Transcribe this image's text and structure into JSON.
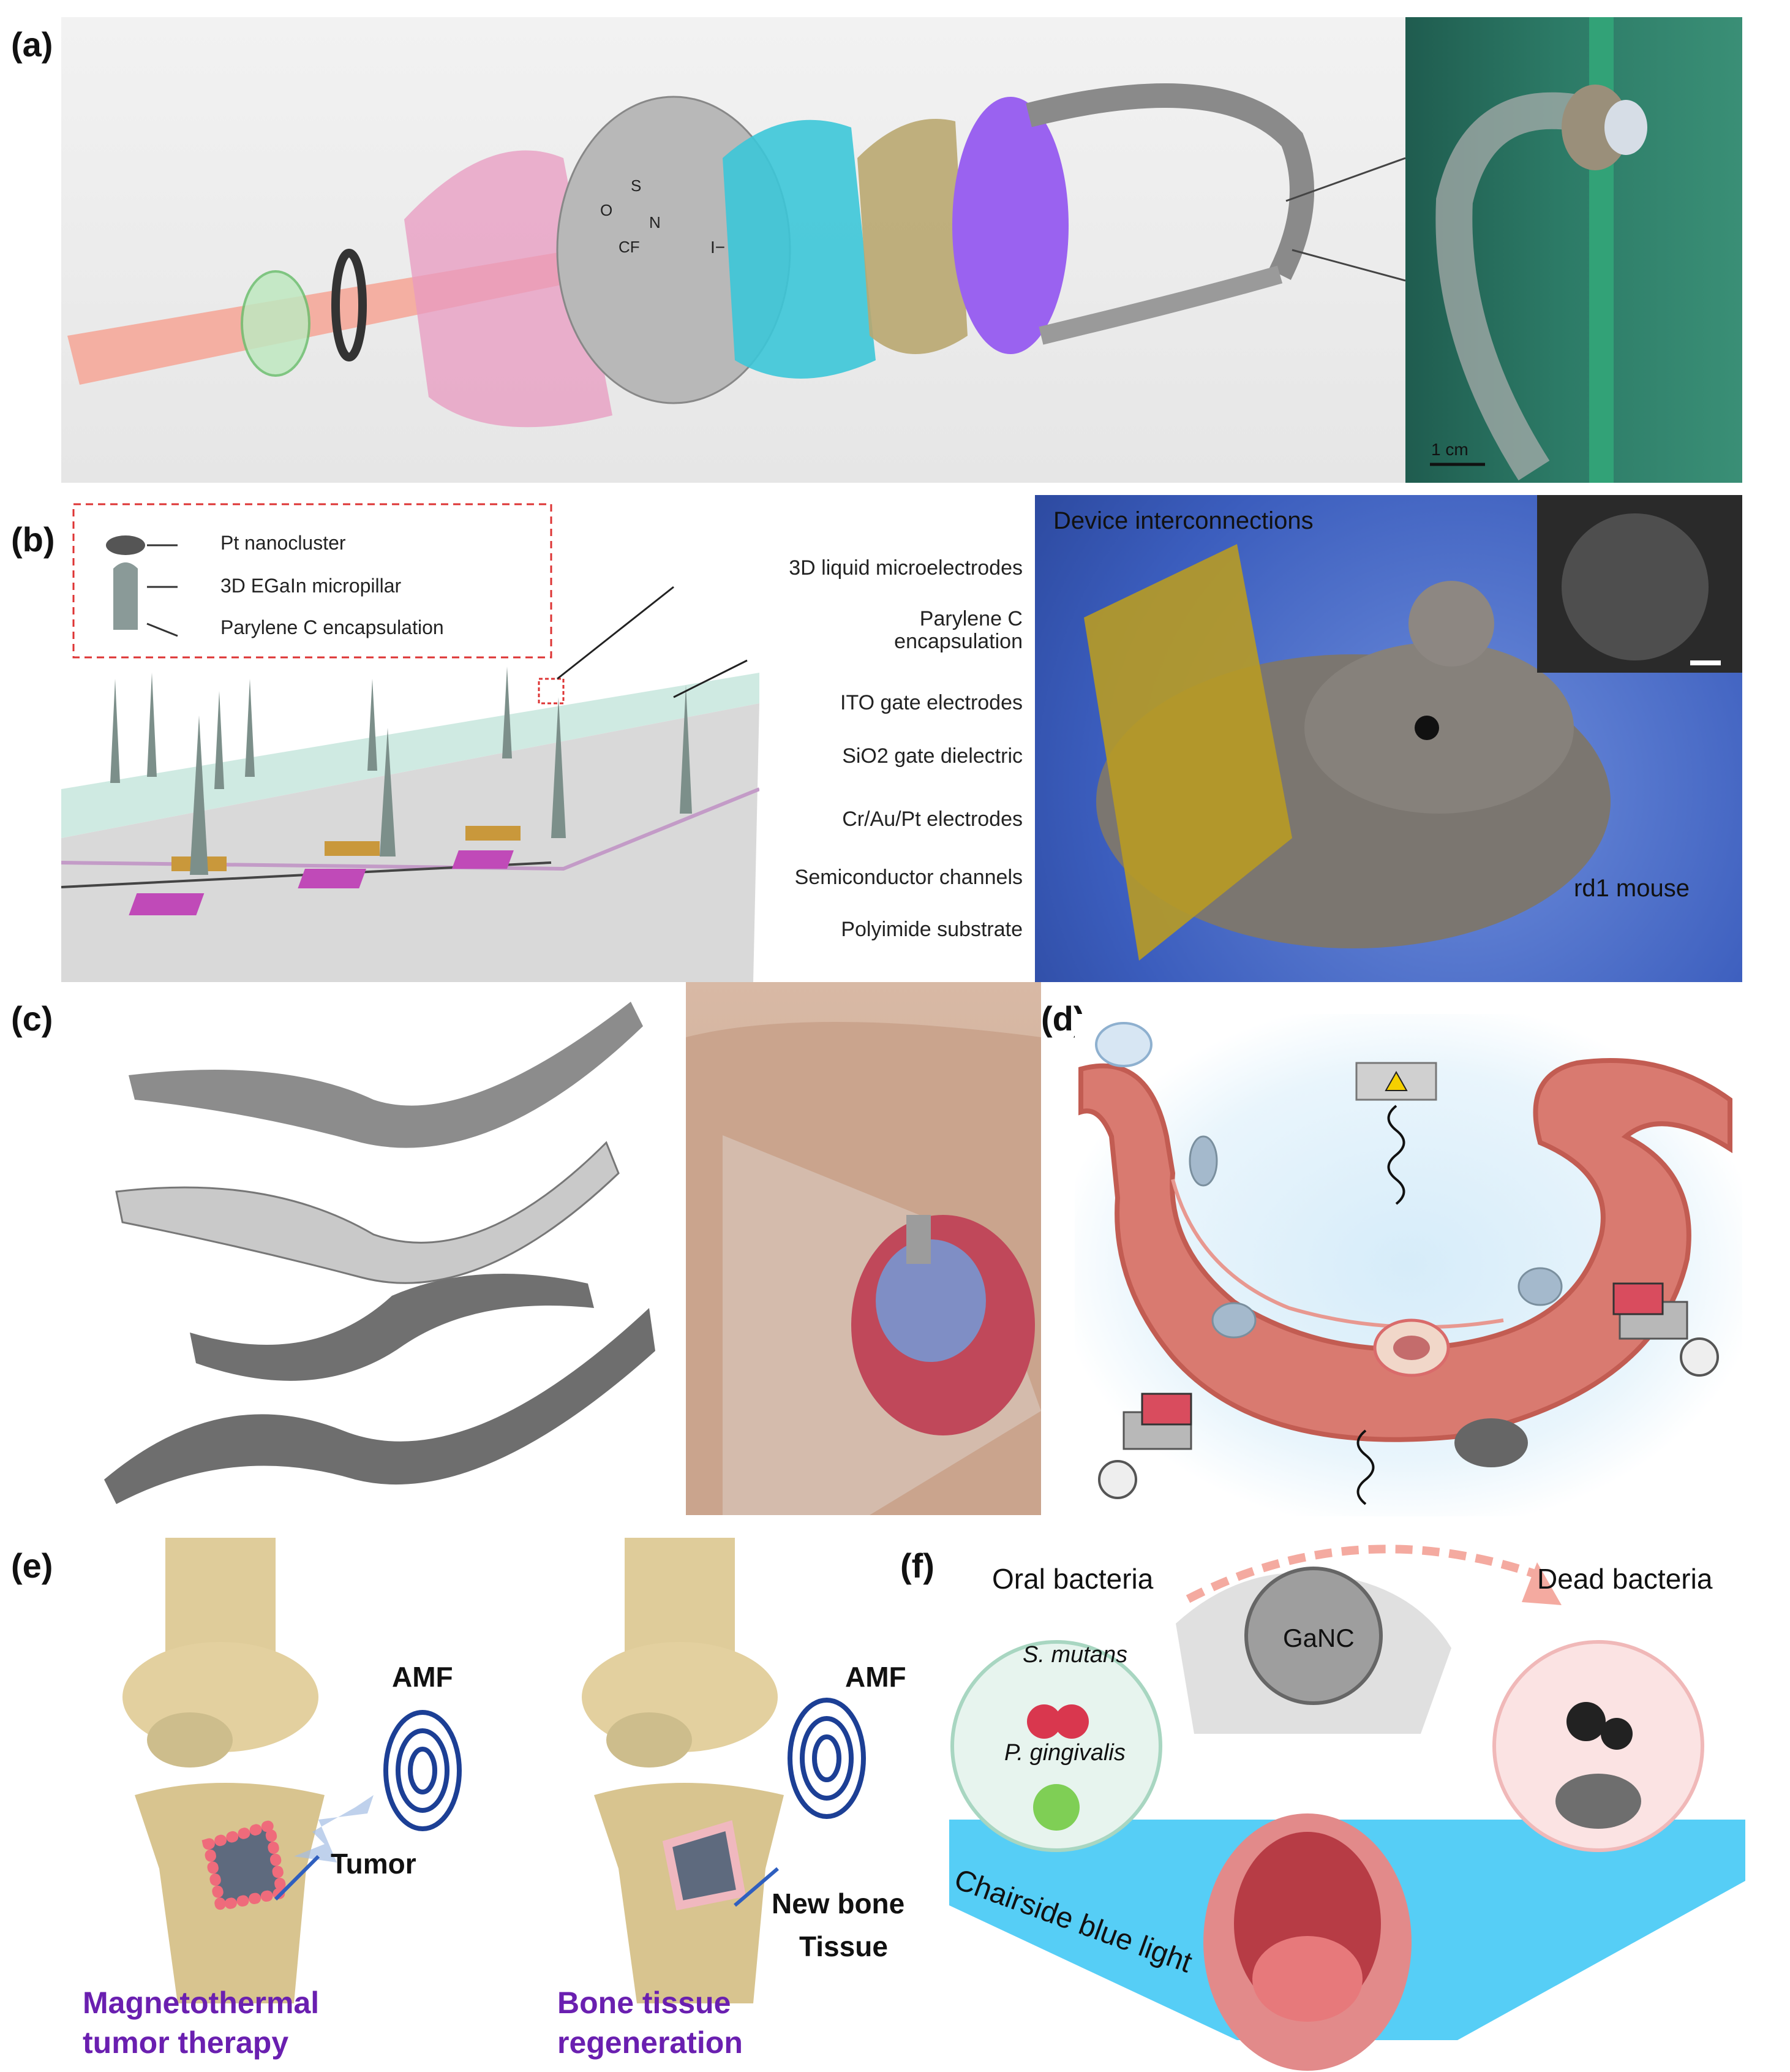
{
  "panels": {
    "a": {
      "letter": "(a)",
      "formula_chars": [
        "O",
        "S",
        "N",
        "CF",
        "I−"
      ],
      "scalebar": "1 cm"
    },
    "b": {
      "letter": "(b)",
      "inset_labels": [
        "Pt nanocluster",
        "3D EGaIn micropillar",
        "Parylene C encapsulation"
      ],
      "layer_labels": [
        "3D liquid microelectrodes",
        "Parylene C\nencapsulation",
        "ITO gate electrodes",
        "SiO2 gate dielectric",
        "Cr/Au/Pt electrodes",
        "Semiconductor channels",
        "Polyimide substrate"
      ],
      "photo_title": "Device interconnections",
      "photo_caption": "rd1 mouse"
    },
    "c": {
      "letter": "(c)"
    },
    "d": {
      "letter": "(d)"
    },
    "e": {
      "letter": "(e)",
      "left": {
        "field": "AMF",
        "pointer": "Tumor",
        "caption_line1": "Magnetothermal",
        "caption_line2": "tumor therapy"
      },
      "right": {
        "field": "AMF",
        "pointer_line1": "New bone",
        "pointer_line2": "Tissue",
        "caption_line1": "Bone tissue",
        "caption_line2": "regeneration"
      }
    },
    "f": {
      "letter": "(f)",
      "left_title": "Oral bacteria",
      "right_title": "Dead bacteria",
      "species1": "S. mutans",
      "species2": "P. gingivalis",
      "particle": "GaNC",
      "light": "Chairside blue light"
    }
  },
  "colors": {
    "caption_purple": "#6a1fb0",
    "amf_blue": "#1c3f95",
    "cyan_light": "#38c6f4"
  }
}
